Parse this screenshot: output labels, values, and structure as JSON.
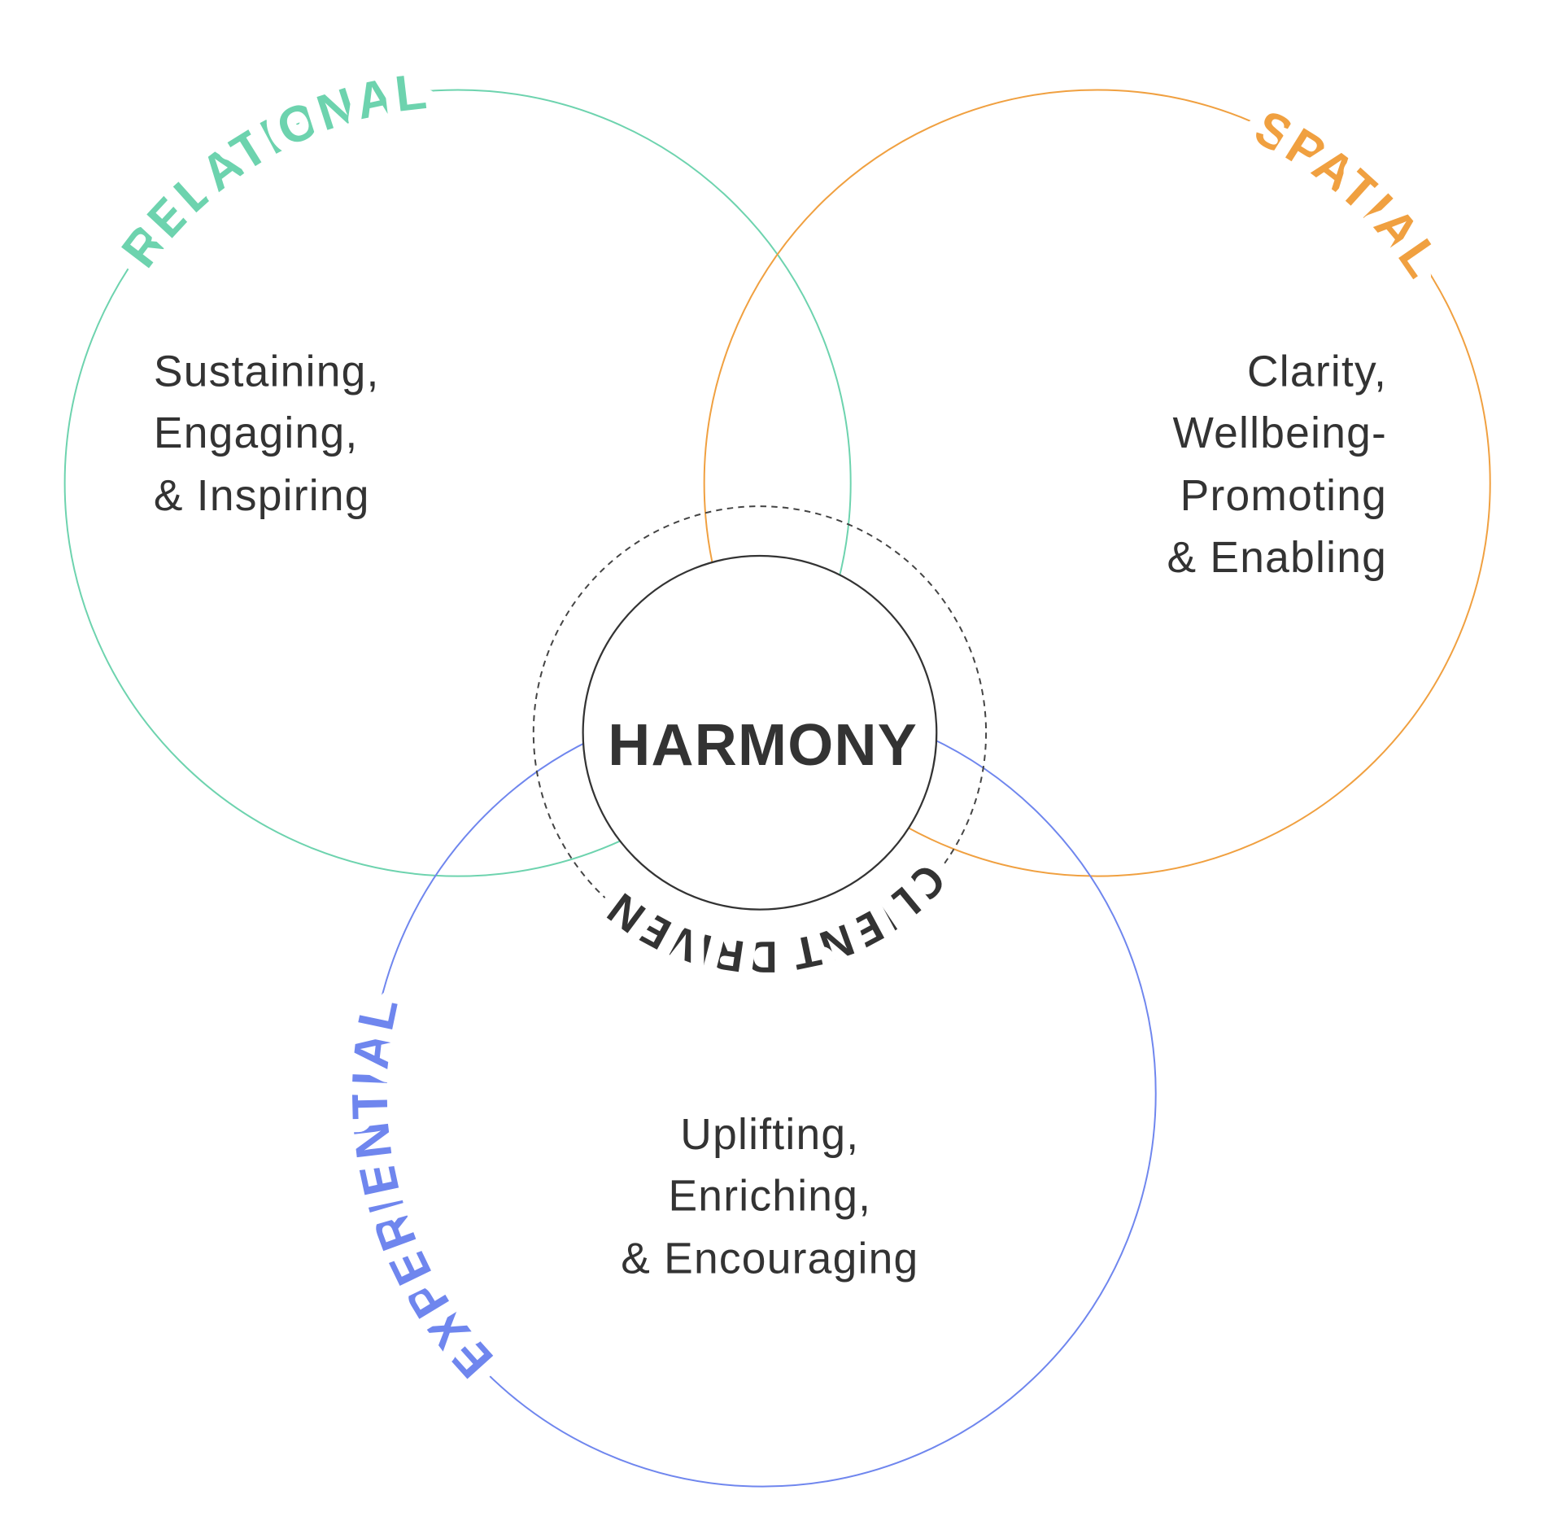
{
  "colors": {
    "relational": "#6dd3ae",
    "spatial": "#f0a040",
    "experiential": "#6f86ee",
    "center": "#333333"
  },
  "relational": {
    "label": "RELATIONAL",
    "lines": [
      "Sustaining,",
      "Engaging,",
      "& Inspiring"
    ]
  },
  "spatial": {
    "label": "SPATIAL",
    "lines": [
      "Clarity,",
      "Wellbeing-",
      "Promoting",
      "& Enabling"
    ]
  },
  "experiential": {
    "label": "EXPERIENTIAL",
    "lines": [
      "Uplifting,",
      "Enriching,",
      "& Encouraging"
    ]
  },
  "center": {
    "ring_label": "CLIENT DRIVEN",
    "title": "HARMONY"
  }
}
